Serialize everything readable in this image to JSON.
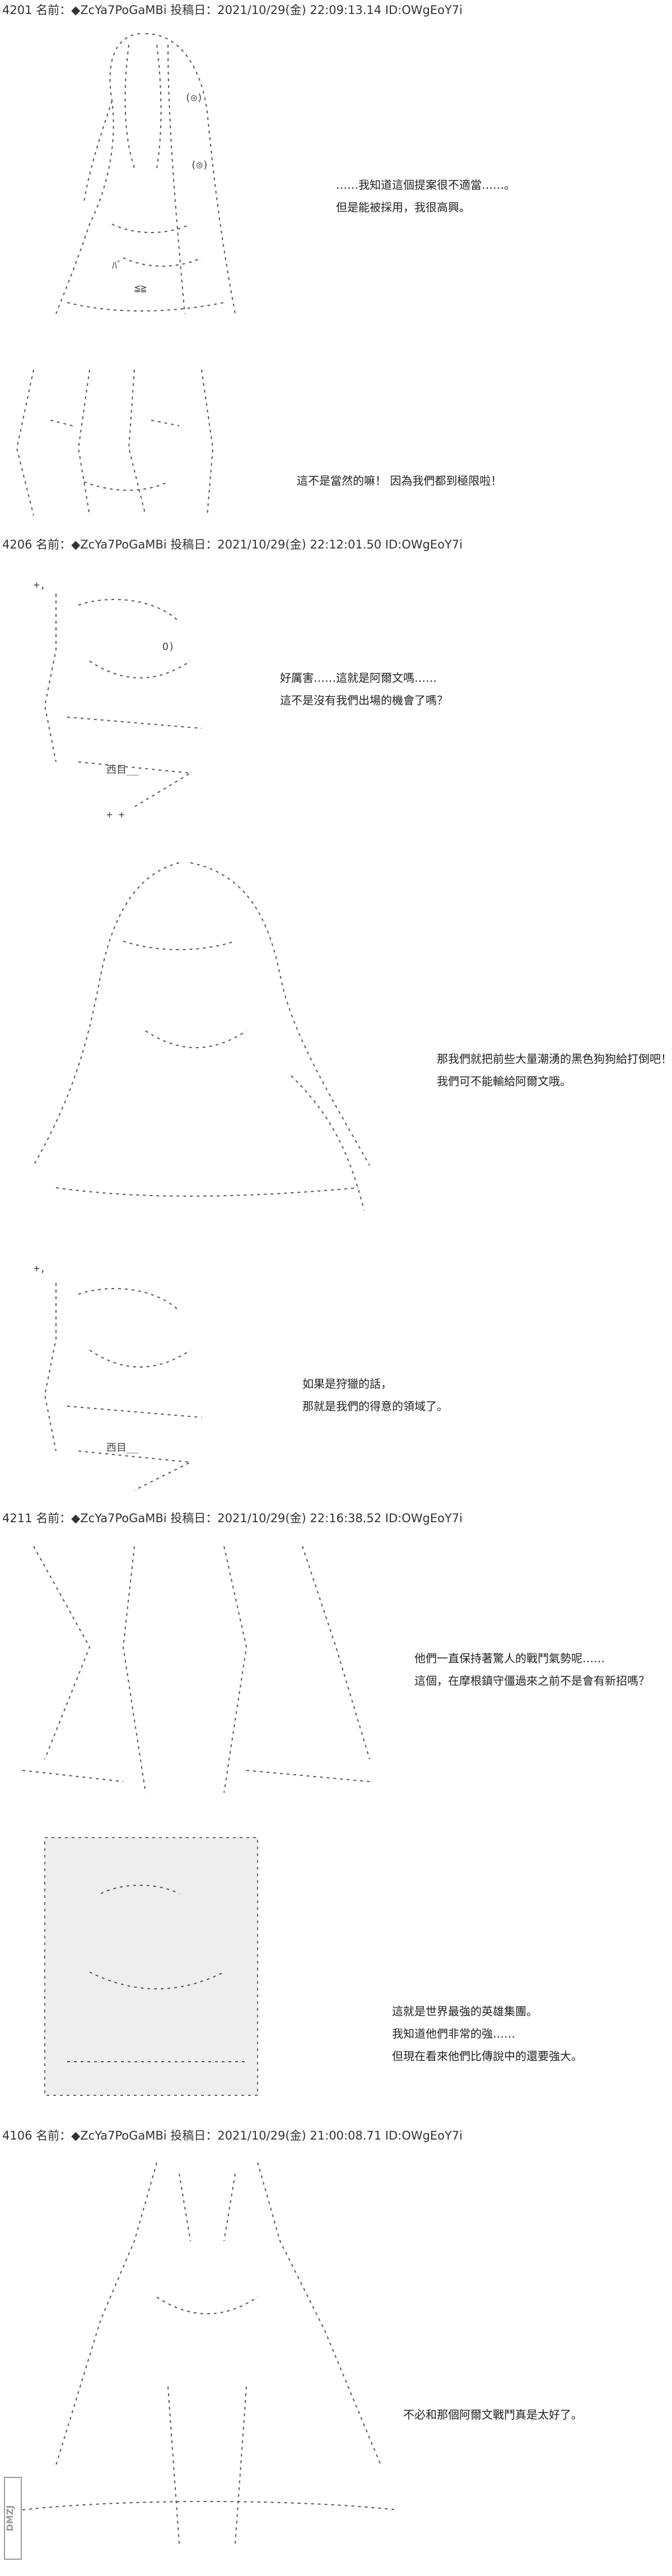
{
  "posts": [
    {
      "header": "4201 名前：◆ZcYa7PoGaMBi 投稿日：2021/10/29(金) 22:09:13.14 ID:OWgEoY7i",
      "scenes": [
        {
          "lines": [
            "……我知道這個提案很不適當……。",
            "但是能被採用，我很高興。"
          ]
        },
        {
          "lines": [
            "這不是當然的嘛！ 因為我們都到極限啦！"
          ]
        }
      ]
    },
    {
      "header": "4206 名前：◆ZcYa7PoGaMBi 投稿日：2021/10/29(金) 22:12:01.50 ID:OWgEoY7i",
      "scenes": [
        {
          "lines": [
            "好厲害……這就是阿爾文嗎……",
            "這不是沒有我們出場的機會了嗎？"
          ]
        },
        {
          "lines": [
            "那我們就把前些大量潮湧的黑色狗狗給打倒吧！",
            "我們可不能輸給阿爾文哦。"
          ]
        },
        {
          "lines": [
            "如果是狩獵的話，",
            "那就是我們的得意的領域了。"
          ]
        }
      ]
    },
    {
      "header": "4211 名前：◆ZcYa7PoGaMBi 投稿日：2021/10/29(金) 22:16:38.52 ID:OWgEoY7i",
      "scenes": [
        {
          "lines": [
            "他們一直保持著驚人的戰鬥氣勢呢……",
            "這個，在摩根鎮守僵過來之前不是會有新招嗎？"
          ]
        },
        {
          "lines": [
            "這就是世界最強的英雄集團。",
            "我知道他們非常的強……",
            "但現在看來他們比傳說中的還要強大。"
          ]
        }
      ]
    },
    {
      "header": "4106 名前：◆ZcYa7PoGaMBi 投稿日：2021/10/29(金) 21:00:08.71 ID:OWgEoY7i",
      "scenes": [
        {
          "lines": [
            "不必和那個阿爾文戰鬥真是太好了。"
          ]
        }
      ]
    }
  ]
}
